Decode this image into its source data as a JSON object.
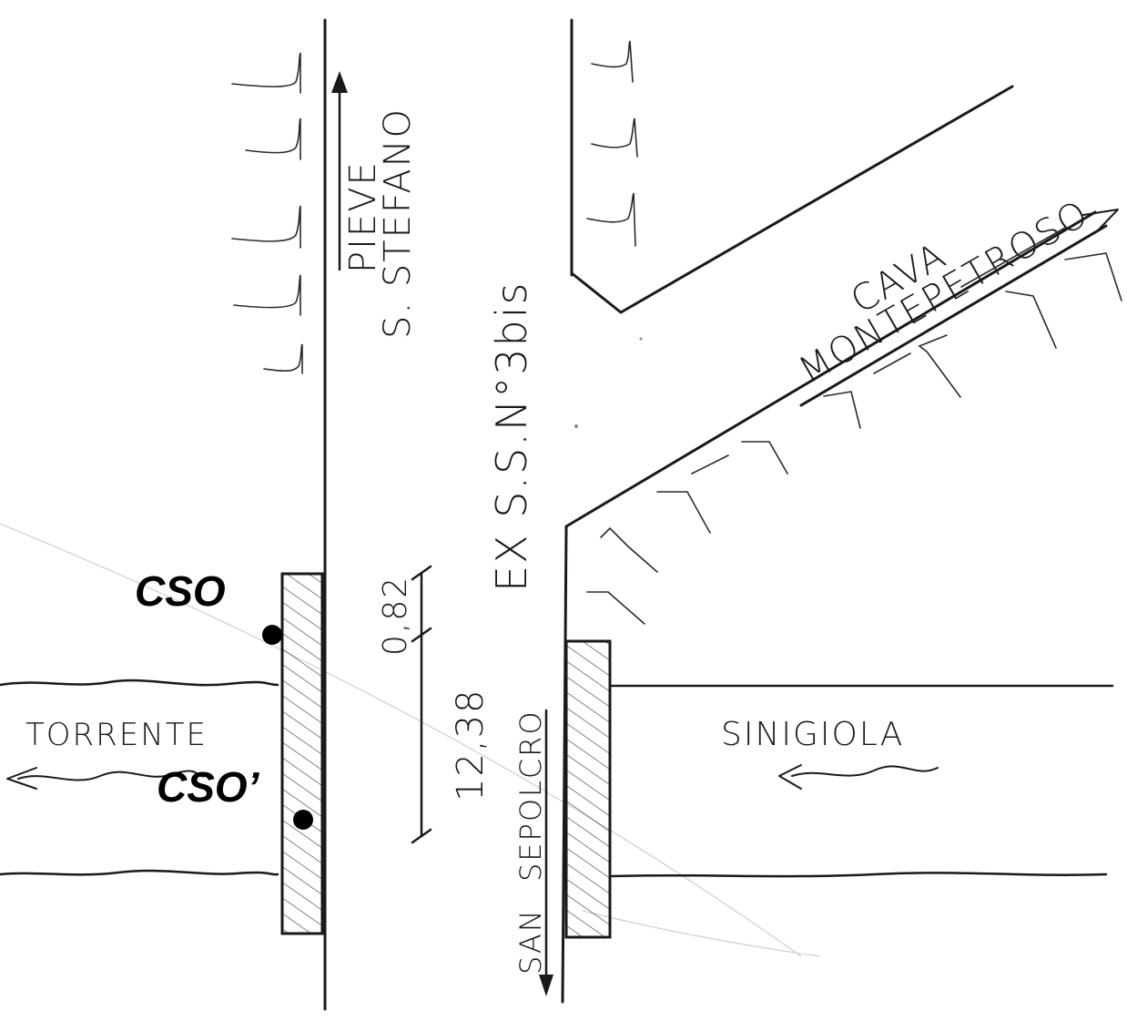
{
  "labels": {
    "pieve": "PIEVE",
    "s_stefano": "S. STEFANO",
    "road_name": "EX S.S.N°3bis",
    "cava": "CAVA",
    "montepetroso": "MONTEPETROSO",
    "torrente": "TORRENTE",
    "sinigiola": "SINIGIOLA",
    "san": "SAN",
    "sepolcro": "SEPOLCRO",
    "cso": "CSO",
    "cso_prime": "CSO’"
  },
  "dimensions": {
    "upper": "0,82",
    "lower": "12,38"
  },
  "colors": {
    "ink": "#1a1a1a",
    "marker": "#000000",
    "paper": "#ffffff"
  }
}
